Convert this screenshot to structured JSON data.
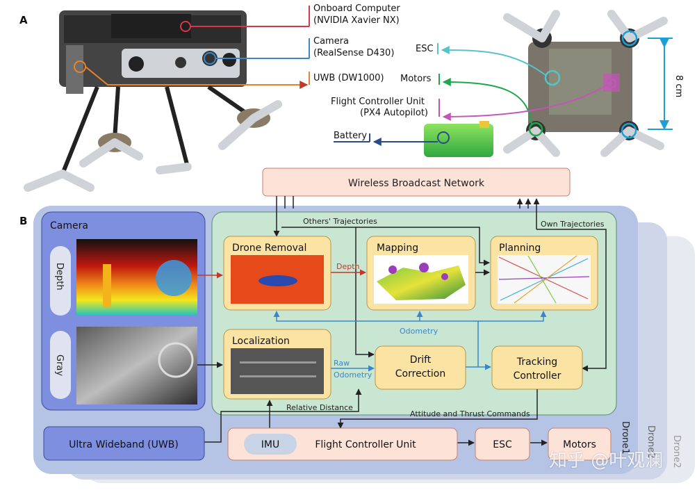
{
  "panel_a": {
    "label": "A",
    "callouts": {
      "onboard_computer": "Onboard Computer",
      "onboard_computer_sub": "(NVIDIA Xavier NX)",
      "camera": "Camera",
      "camera_sub": "(RealSense D430)",
      "uwb": "UWB (DW1000)",
      "esc": "ESC",
      "motors": "Motors",
      "fcu": "Flight Controller Unit",
      "fcu_sub": "(PX4 Autopilot)",
      "battery": "Battery",
      "size": "8 cm"
    }
  },
  "panel_b": {
    "label": "B",
    "wireless_network": "Wireless Broadcast Network",
    "camera_group": "Camera",
    "depth": "Depth",
    "gray": "Gray",
    "drone_removal": "Drone Removal",
    "mapping": "Mapping",
    "planning": "Planning",
    "localization": "Localization",
    "drift_correction_1": "Drift",
    "drift_correction_2": "Correction",
    "tracking_controller_1": "Tracking",
    "tracking_controller_2": "Controller",
    "uwb_box": "Ultra Wideband (UWB)",
    "imu": "IMU",
    "fcu_box": "Flight Controller Unit",
    "esc_box": "ESC",
    "motors_box": "Motors",
    "edges": {
      "others_traj": "Others' Trajectories",
      "own_traj": "Own  Trajectories",
      "depth": "Depth",
      "odometry": "Odometry",
      "raw": "Raw",
      "raw_odometry": "Odometry",
      "relative_distance": "Relative Distance",
      "attitude_thrust": "Attitude and Thrust Commands"
    },
    "stack_labels": [
      "Drone1",
      "Drone2",
      "Drone2"
    ]
  },
  "watermark": "知乎 @叶观澜",
  "colors": {
    "red": "#d9364a",
    "blue": "#3a86c8",
    "orange": "#e8832a",
    "teal": "#56c3c9",
    "green": "#1fa64a",
    "magenta": "#c455b8",
    "navy": "#2a4a8c",
    "cyan": "#1a9fd6"
  }
}
